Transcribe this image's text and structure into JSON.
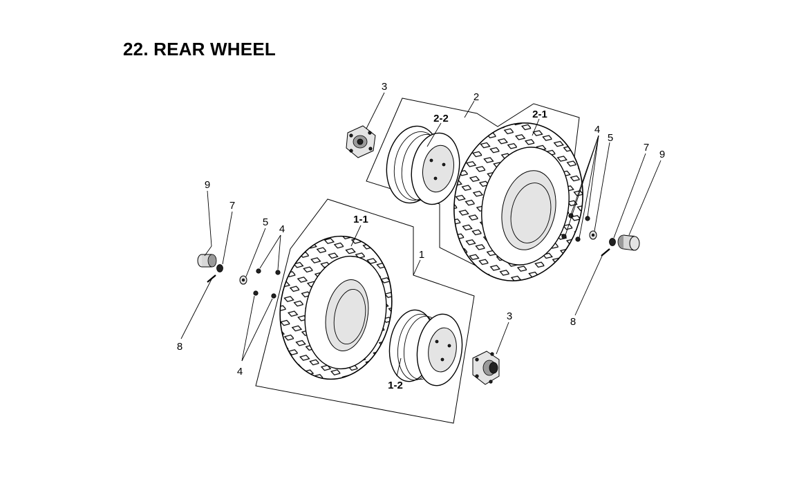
{
  "title": "22. REAR WHEEL",
  "callouts": {
    "c1": "1",
    "c1_1": "1-1",
    "c1_2": "1-2",
    "c2": "2",
    "c2_1": "2-1",
    "c2_2": "2-2",
    "c3_top": "3",
    "c3_bottom": "3",
    "c4_right": "4",
    "c4_left_top": "4",
    "c4_left_bottom": "4",
    "c5_right": "5",
    "c5_left": "5",
    "c7_right": "7",
    "c7_left": "7",
    "c8_right": "8",
    "c8_left": "8",
    "c9_right": "9",
    "c9_left": "9"
  }
}
